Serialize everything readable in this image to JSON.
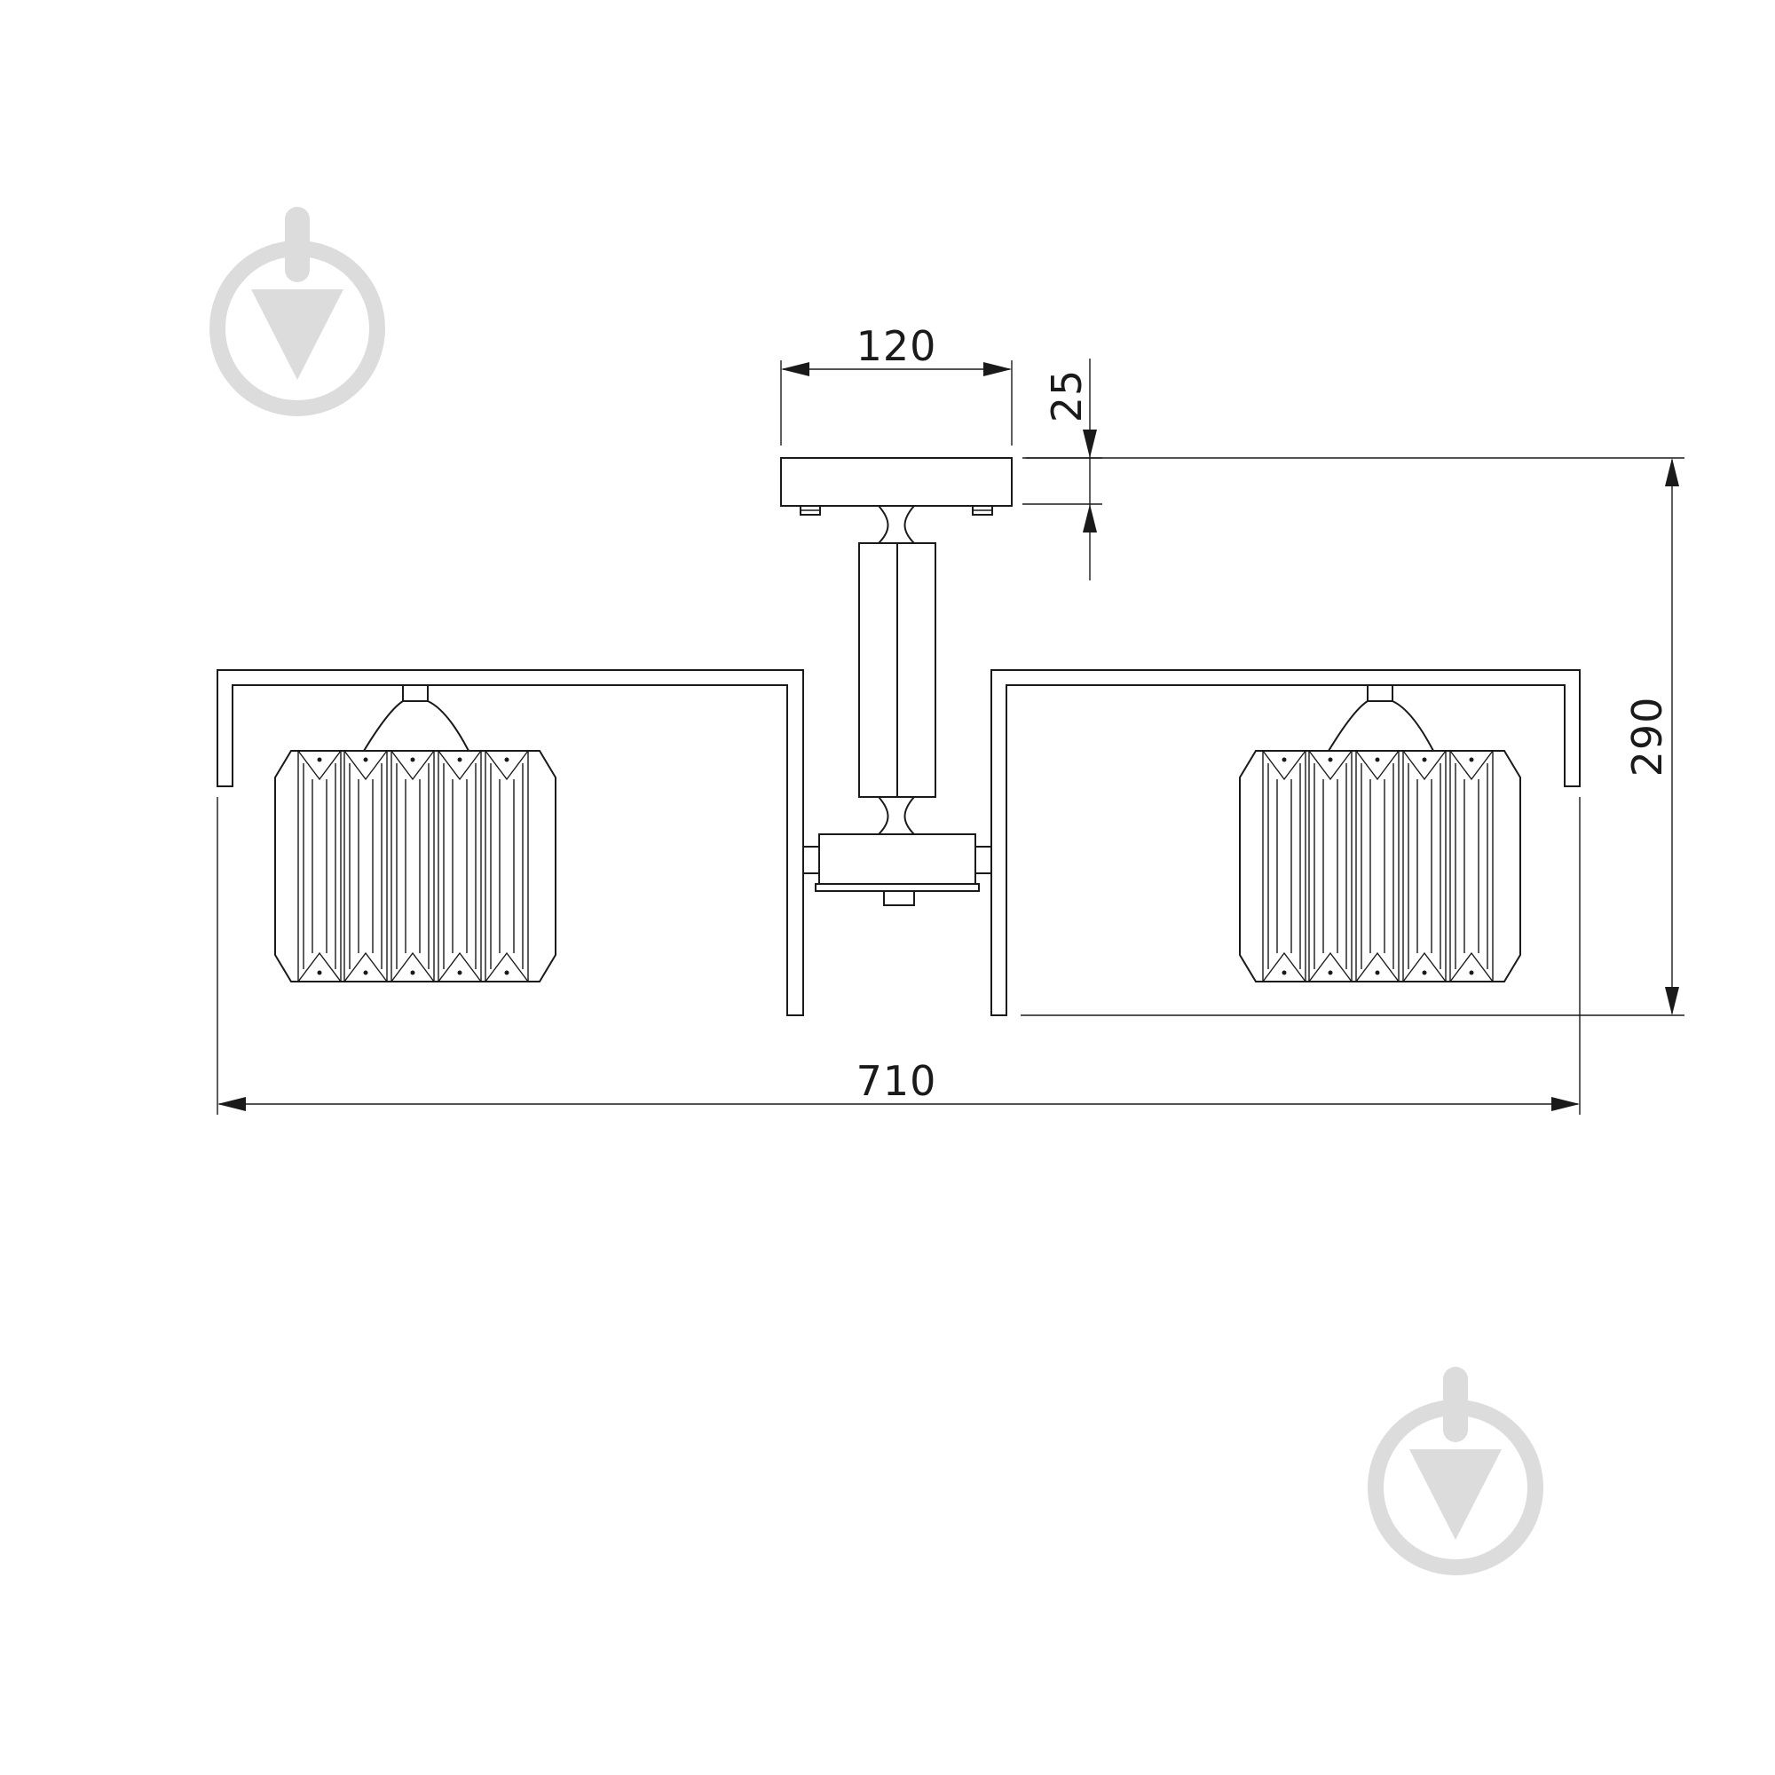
{
  "dimensions": {
    "canopy_width": "120",
    "canopy_height": "25",
    "total_height": "290",
    "total_width": "710"
  },
  "watermark": {
    "icon": "download-pin-logo-icon",
    "color": "#dcdcdc"
  },
  "line_color": "#1a1a1a"
}
